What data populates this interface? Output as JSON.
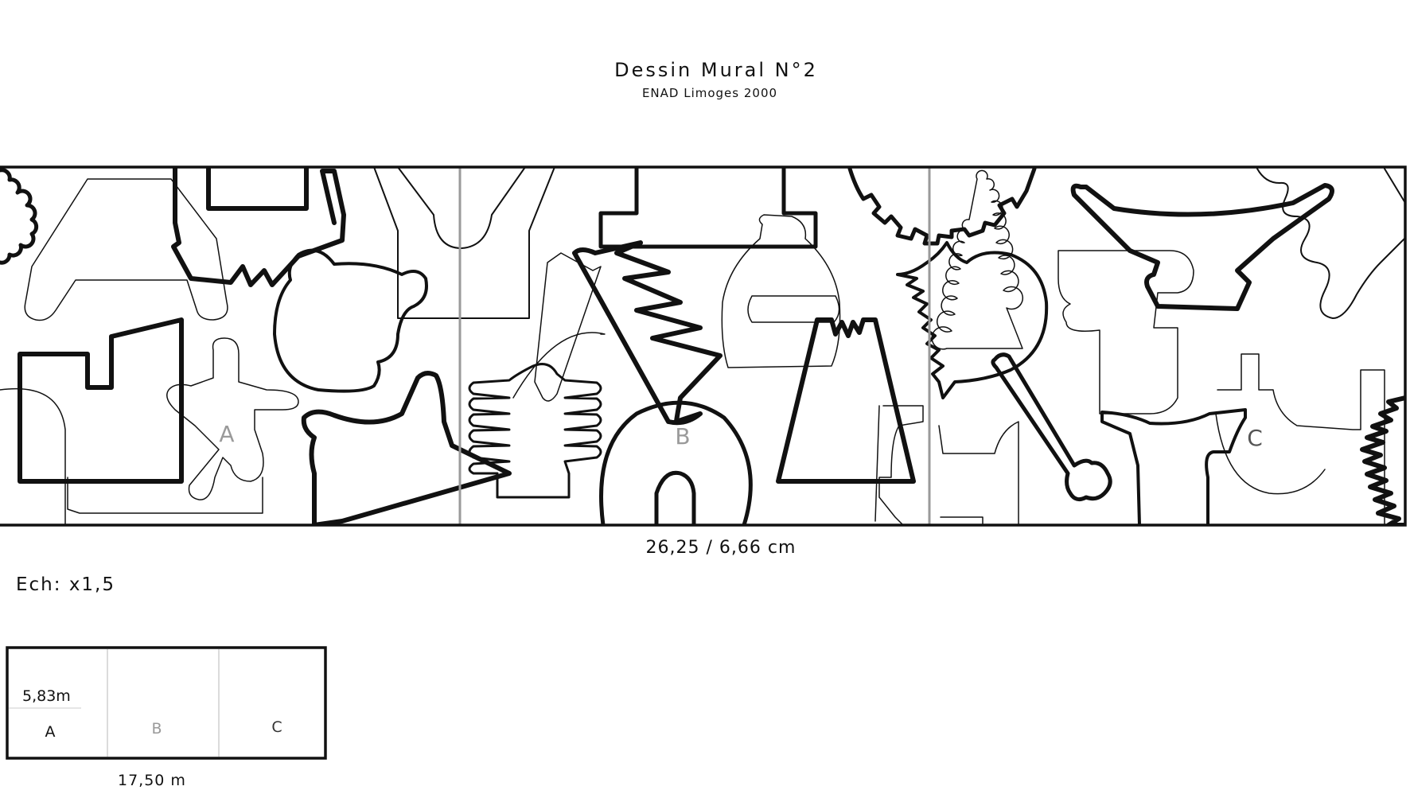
{
  "title": "Dessin  Mural  N°2",
  "subtitle": "ENAD Limoges 2000",
  "mural": {
    "section_labels": [
      "A",
      "B",
      "C"
    ],
    "dimension_label": "26,25 / 6,66 cm"
  },
  "scale_label": "Ech: x1,5",
  "plan": {
    "height_label": "5,83m",
    "section_labels": [
      "A",
      "B",
      "C"
    ],
    "width_label": "17,50 m"
  },
  "colors": {
    "ink": "#111111",
    "divider": "#9a9a9a",
    "muted_label": "#9a9a9a"
  }
}
